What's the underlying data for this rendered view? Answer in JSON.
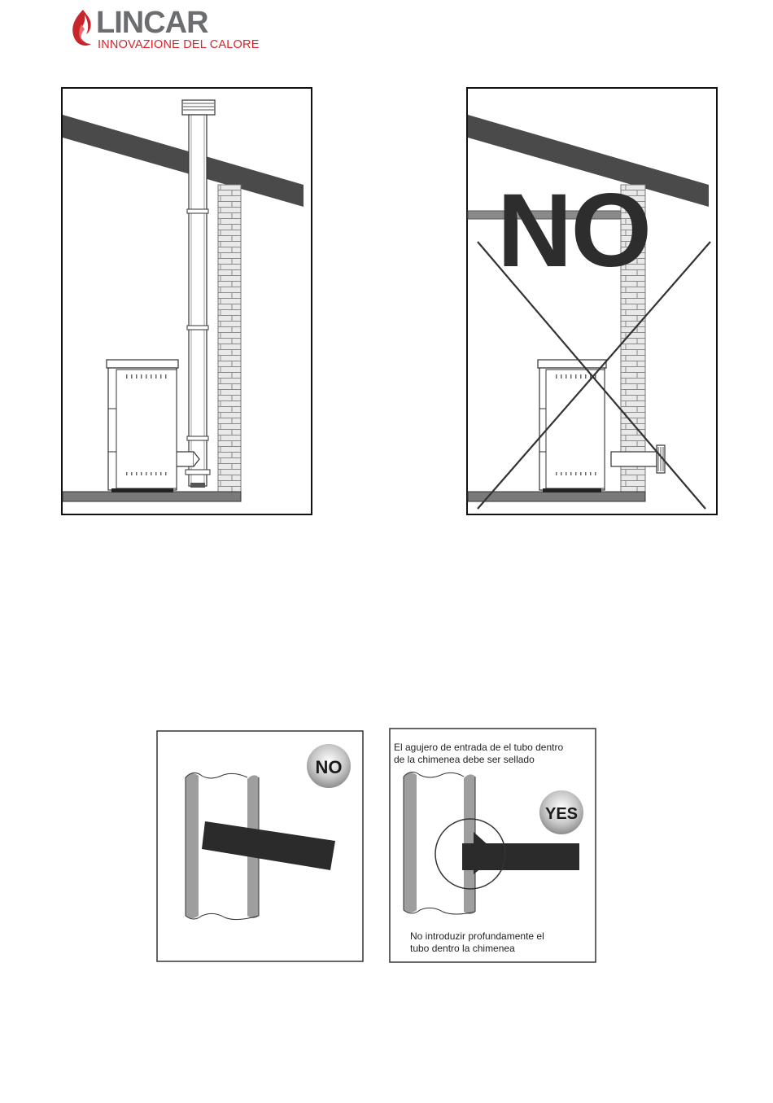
{
  "logo": {
    "name": "LINCAR",
    "tagline": "INNOVAZIONE DEL CALORE",
    "colors": {
      "wordmark": "#6b6d70",
      "tagline": "#d4252b",
      "flame": "#c8242b"
    }
  },
  "figure_top_right": {
    "big_label": "NO"
  },
  "figure_bottom_left": {
    "badge": "NO"
  },
  "figure_bottom_right": {
    "badge": "YES",
    "top_note_line1": "El agujero de entrada de el tubo dentro",
    "top_note_line2": "de la chimenea debe ser sellado",
    "bottom_note_line1": "No introduzir profundamente el",
    "bottom_note_line2": "tubo dentro la chimenea"
  }
}
